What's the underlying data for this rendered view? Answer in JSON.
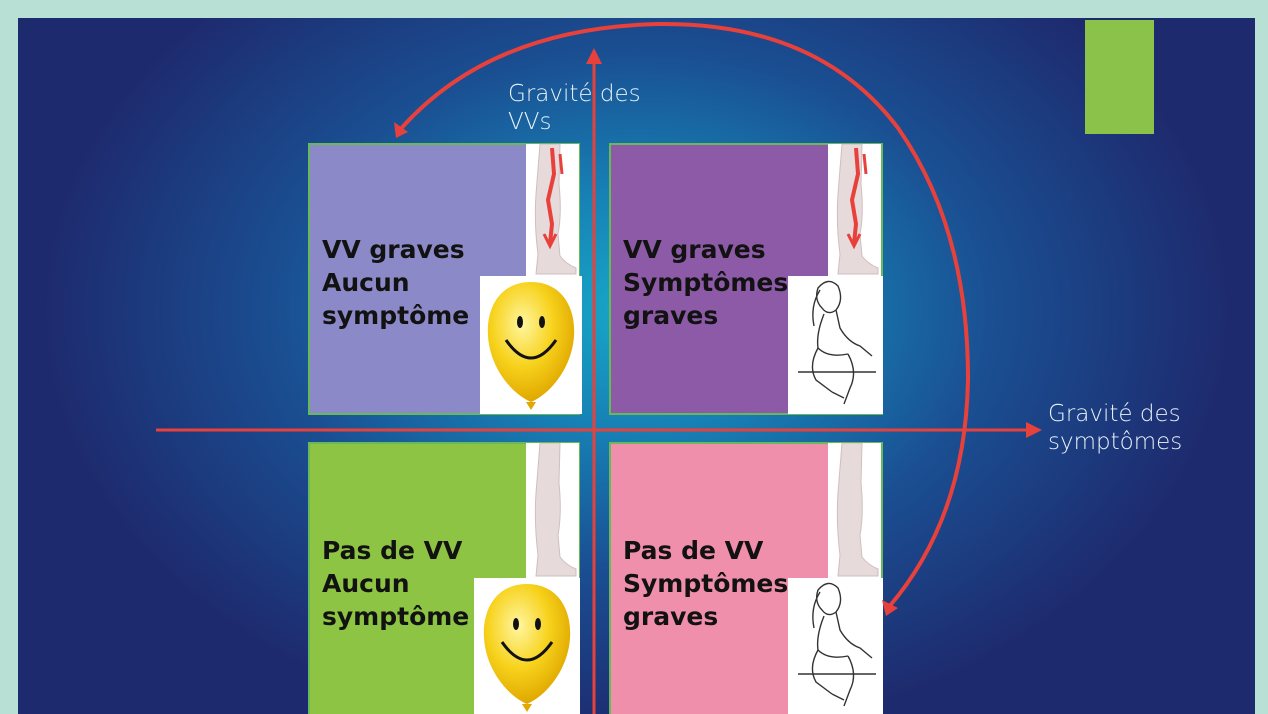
{
  "axes": {
    "y_label_line1": "Gravité des",
    "y_label_line2": "VVs",
    "x_label_line1": "Gravité des",
    "x_label_line2": "symptômes"
  },
  "quadrants": {
    "top_left": {
      "line1": "VV graves",
      "line2": "Aucun",
      "line3": "symptôme"
    },
    "top_right": {
      "line1": "VV graves",
      "line2": "Symptômes",
      "line3": "graves"
    },
    "bottom_left": {
      "line1": "Pas de VV",
      "line2": "Aucun",
      "line3": "symptôme"
    },
    "bottom_right": {
      "line1": "Pas de VV",
      "line2": "Symptômes",
      "line3": "graves"
    }
  },
  "colors": {
    "background_frame": "#b9e0d4",
    "top_left": "#8b89c7",
    "top_right": "#8d5aa8",
    "bottom_left": "#8dc443",
    "bottom_right": "#f08fac",
    "axis_arrows": "#e8413b",
    "accent_tab": "#8bc34a"
  },
  "icons": [
    "leg-varicose-icon",
    "leg-healthy-icon",
    "smiley-balloon-icon",
    "distressed-woman-icon"
  ]
}
